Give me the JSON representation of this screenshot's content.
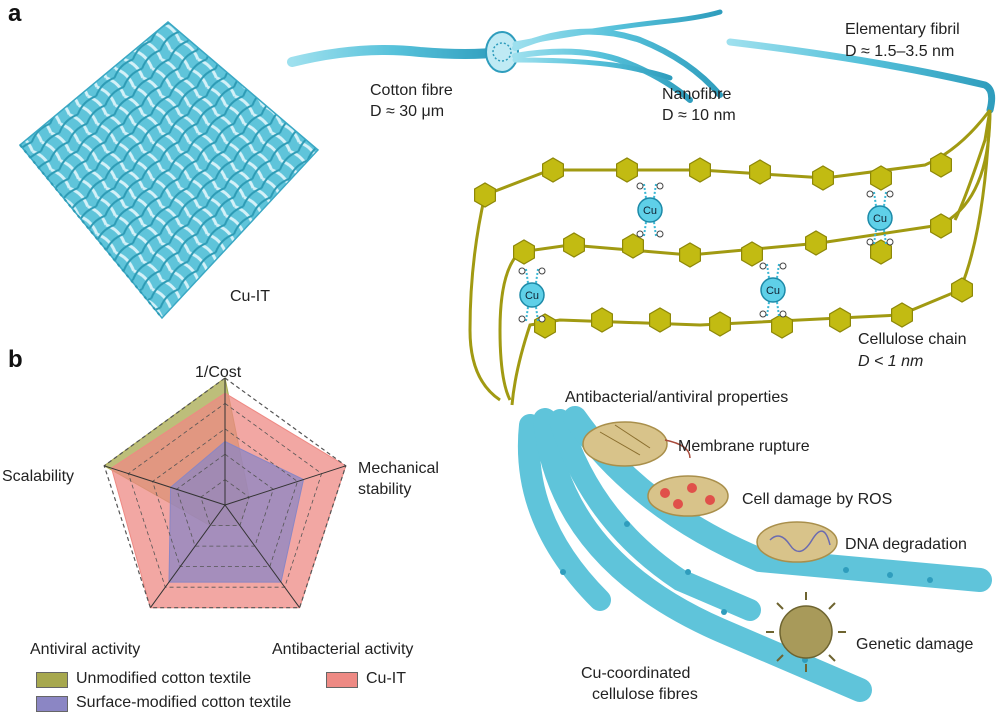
{
  "panels": {
    "a": "a",
    "b": "b"
  },
  "panel_a": {
    "cu_it": "Cu-IT",
    "cotton_fibre": {
      "name": "Cotton fibre",
      "size": "D ≈ 30 μm"
    },
    "nanofibre": {
      "name": "Nanofibre",
      "size": "D ≈ 10 nm"
    },
    "elementary_fibril": {
      "name": "Elementary fibril",
      "size": "D ≈ 1.5–3.5 nm"
    },
    "cellulose_chain": {
      "name": "Cellulose chain",
      "size": "D < 1 nm"
    },
    "cu_label": "Cu",
    "properties_title": "Antibacterial/antiviral properties",
    "mechanisms": [
      "Membrane rupture",
      "Cell damage by ROS",
      "DNA degradation",
      "Genetic damage"
    ],
    "fibres_label": [
      "Cu-coordinated",
      "cellulose fibres"
    ]
  },
  "chart_data": {
    "type": "radar",
    "axes": [
      "1/Cost",
      "Mechanical stability",
      "Antibacterial activity",
      "Antiviral activity",
      "Scalability"
    ],
    "axis_label_lines": [
      [
        "1/Cost"
      ],
      [
        "Mechanical",
        "stability"
      ],
      [
        "Antibacterial activity"
      ],
      [
        "Antiviral activity"
      ],
      [
        "Scalability"
      ]
    ],
    "range": [
      0,
      1
    ],
    "rings": 5,
    "series": [
      {
        "name": "Unmodified cotton textile",
        "color": "#a7a84e",
        "values": [
          1.0,
          0.2,
          0.2,
          0.2,
          1.0
        ]
      },
      {
        "name": "Cu-IT",
        "color": "#ee8a84",
        "values": [
          0.88,
          1.0,
          1.0,
          1.0,
          0.94
        ]
      },
      {
        "name": "Surface-modified cotton textile",
        "color": "#8b86c4",
        "values": [
          0.5,
          0.65,
          0.75,
          0.75,
          0.45
        ]
      }
    ],
    "legend_order": [
      0,
      1,
      2
    ]
  }
}
